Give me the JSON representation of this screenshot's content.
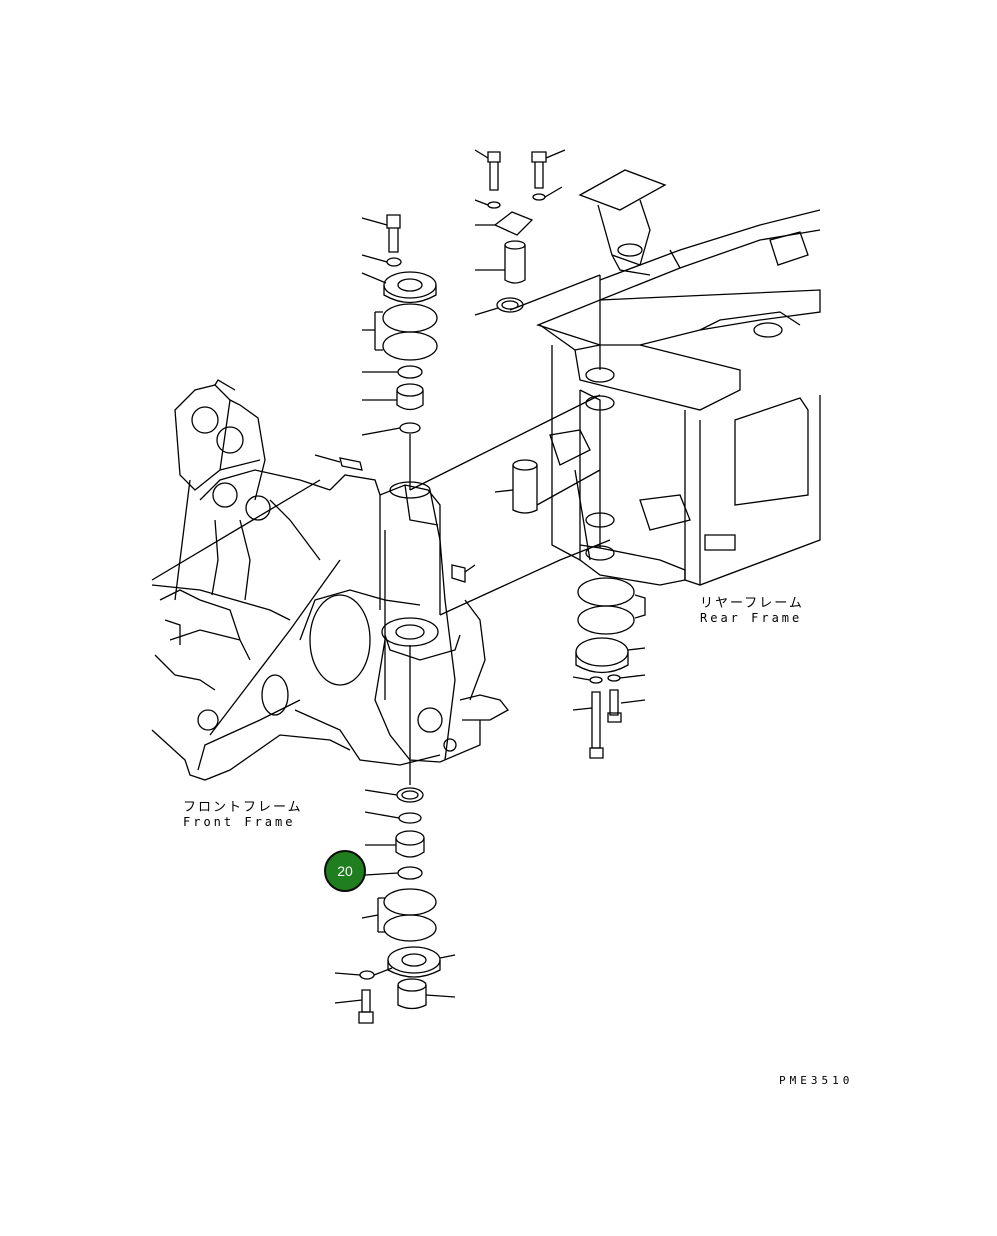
{
  "labels": {
    "rear_frame_jp": "リヤーフレーム",
    "rear_frame_en": "Rear Frame",
    "front_frame_jp": "フロントフレーム",
    "front_frame_en": "Front Frame"
  },
  "drawing_code": "PME3510",
  "callout": {
    "number": "20",
    "color": "#1f7f1f"
  }
}
